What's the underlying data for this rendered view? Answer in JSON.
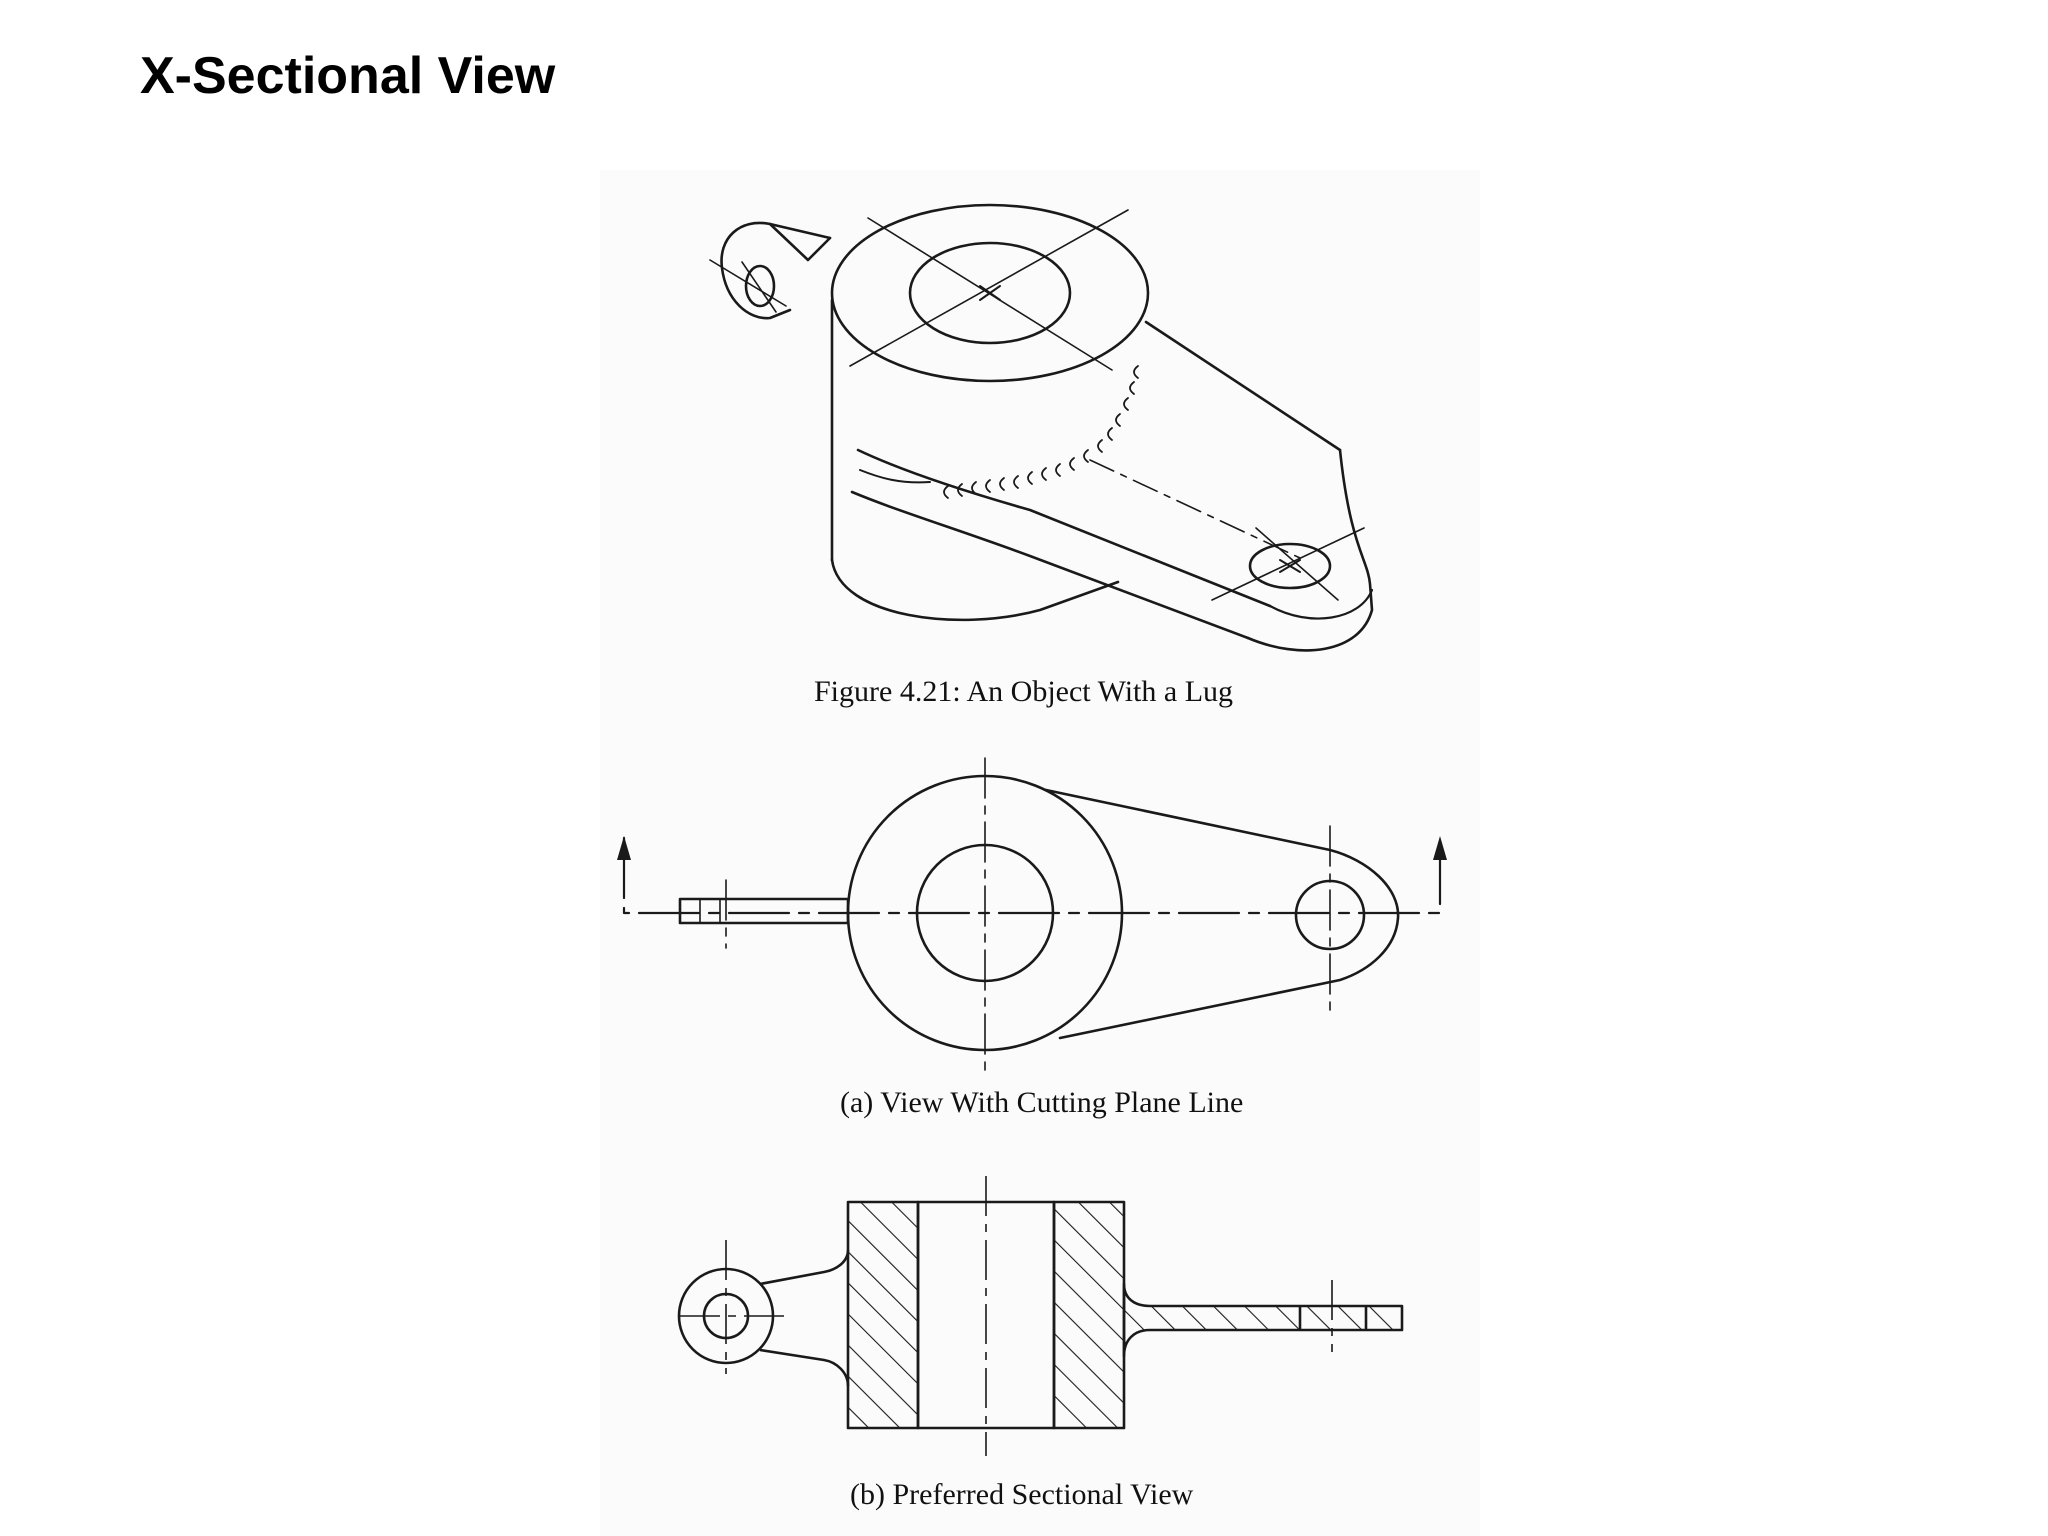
{
  "slide": {
    "title": "X-Sectional View"
  },
  "figures": [
    {
      "caption": "Figure 4.21: An Object With a Lug"
    },
    {
      "caption": "(a)   View With Cutting Plane Line"
    },
    {
      "caption": "(b) Preferred Sectional View"
    }
  ],
  "colors": {
    "ink": "#1a1a1a",
    "background": "#ffffff"
  }
}
